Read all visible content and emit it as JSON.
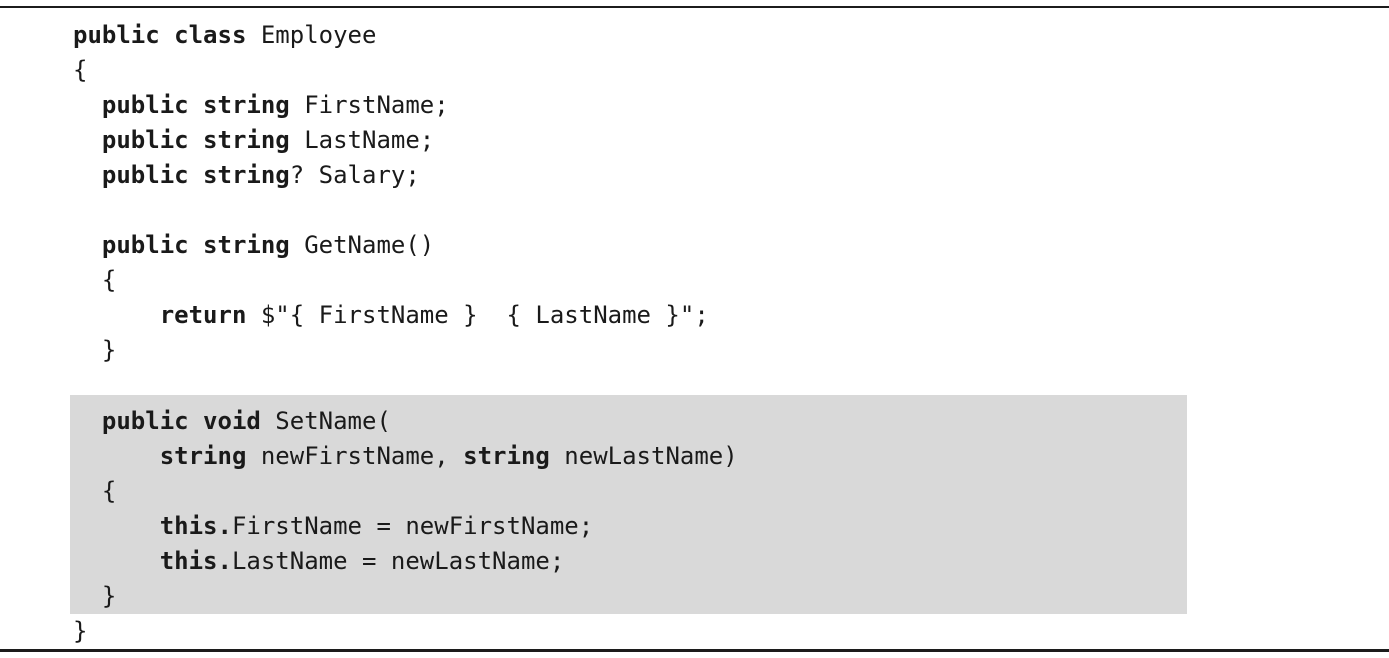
{
  "listing": {
    "title": "Employee class code listing",
    "language": "C#",
    "background": "#ffffff",
    "text_color": "#1a1a1a",
    "rule_color": "#1c1c1c",
    "highlight_color": "#d9d9d9",
    "lines": [
      {
        "indent": 0,
        "highlight": false,
        "segments": [
          {
            "text": "public class",
            "bold": true
          },
          {
            "text": " Employee",
            "bold": false
          }
        ]
      },
      {
        "indent": 0,
        "highlight": false,
        "segments": [
          {
            "text": "{",
            "bold": false
          }
        ]
      },
      {
        "indent": 2,
        "highlight": false,
        "segments": [
          {
            "text": "public string",
            "bold": true
          },
          {
            "text": " FirstName;",
            "bold": false
          }
        ]
      },
      {
        "indent": 2,
        "highlight": false,
        "segments": [
          {
            "text": "public string",
            "bold": true
          },
          {
            "text": " LastName;",
            "bold": false
          }
        ]
      },
      {
        "indent": 2,
        "highlight": false,
        "segments": [
          {
            "text": "public string",
            "bold": true
          },
          {
            "text": "? Salary;",
            "bold": false
          }
        ]
      },
      {
        "blank": true
      },
      {
        "indent": 2,
        "highlight": false,
        "segments": [
          {
            "text": "public string",
            "bold": true
          },
          {
            "text": " GetName()",
            "bold": false
          }
        ]
      },
      {
        "indent": 2,
        "highlight": false,
        "segments": [
          {
            "text": "{",
            "bold": false
          }
        ]
      },
      {
        "indent": 6,
        "highlight": false,
        "segments": [
          {
            "text": "return",
            "bold": true
          },
          {
            "text": " $\"{ FirstName }  { LastName }\";",
            "bold": false
          }
        ]
      },
      {
        "indent": 2,
        "highlight": false,
        "segments": [
          {
            "text": "}",
            "bold": false
          }
        ]
      },
      {
        "blank": true,
        "small": true
      },
      {
        "indent": 2,
        "highlight": true,
        "segments": [
          {
            "text": "public void",
            "bold": true
          },
          {
            "text": " SetName(",
            "bold": false
          }
        ]
      },
      {
        "indent": 6,
        "highlight": true,
        "segments": [
          {
            "text": "string",
            "bold": true
          },
          {
            "text": " newFirstName, ",
            "bold": false
          },
          {
            "text": "string",
            "bold": true
          },
          {
            "text": " newLastName)",
            "bold": false
          }
        ]
      },
      {
        "indent": 2,
        "highlight": true,
        "segments": [
          {
            "text": "{",
            "bold": false
          }
        ]
      },
      {
        "indent": 6,
        "highlight": true,
        "segments": [
          {
            "text": "this.",
            "bold": true
          },
          {
            "text": "FirstName = newFirstName;",
            "bold": false
          }
        ]
      },
      {
        "indent": 6,
        "highlight": true,
        "segments": [
          {
            "text": "this.",
            "bold": true
          },
          {
            "text": "LastName = newLastName;",
            "bold": false
          }
        ]
      },
      {
        "indent": 2,
        "highlight": true,
        "segments": [
          {
            "text": "}",
            "bold": false
          }
        ]
      },
      {
        "indent": 0,
        "highlight": false,
        "segments": [
          {
            "text": "}",
            "bold": false
          }
        ]
      }
    ]
  }
}
